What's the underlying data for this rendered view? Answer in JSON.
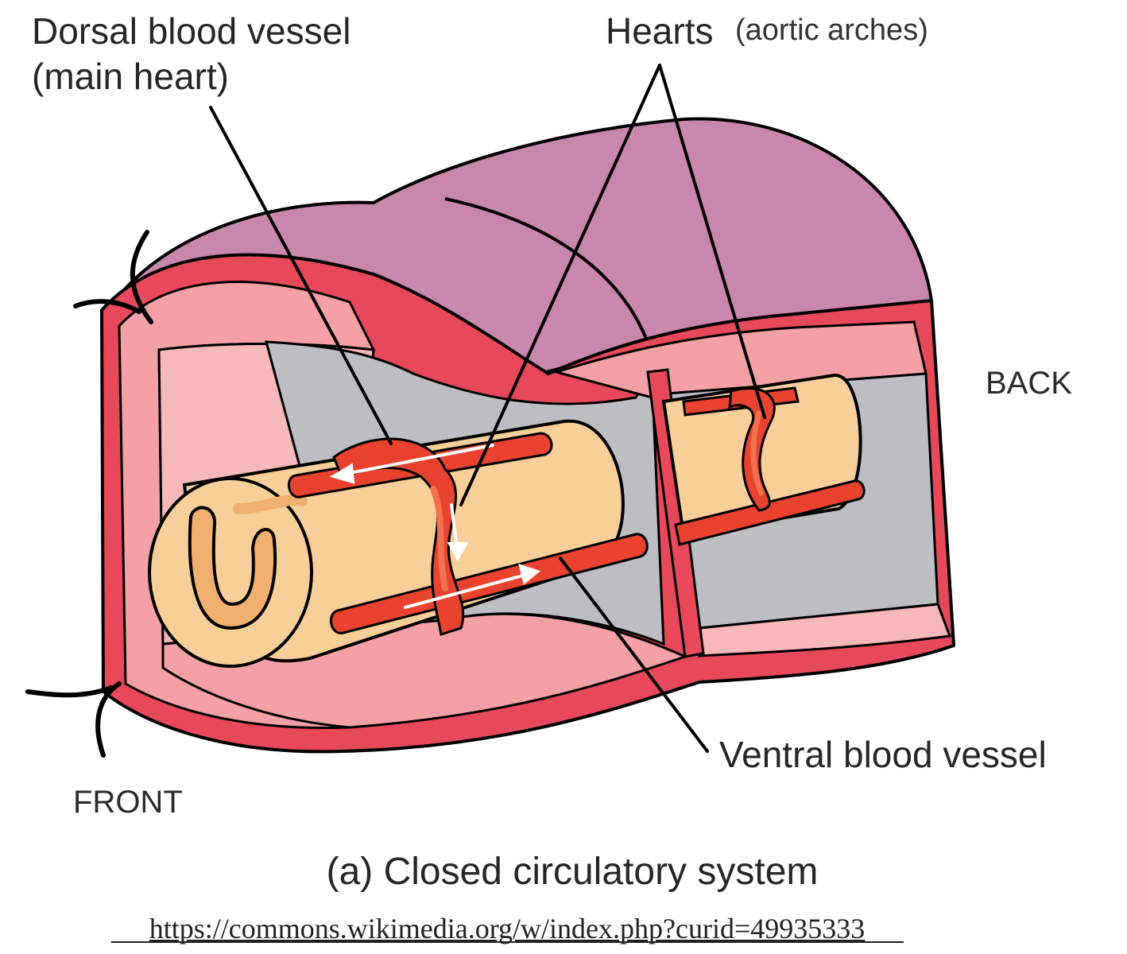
{
  "labels": {
    "dorsal_line1": "Dorsal blood vessel",
    "dorsal_line2": "(main heart)",
    "hearts": "Hearts",
    "hearts_sub": "(aortic arches)",
    "back": "BACK",
    "front": "FRONT",
    "ventral": "Ventral blood vessel"
  },
  "caption": "(a) Closed circulatory system",
  "source_url": "https://commons.wikimedia.org/w/index.php?curid=49935333",
  "colors": {
    "body_wall_red": "#e8495a",
    "dorsal_surface_purple": "#c987ad",
    "inner_pink": "#f4a0a4",
    "light_pink": "#f6b8b8",
    "body_cavity_gray": "#bdbec4",
    "gut_tan": "#f8cf98",
    "gut_shade": "#f0b070",
    "vessel_red": "#e9432f",
    "vessel_highlight": "#f2714f"
  }
}
